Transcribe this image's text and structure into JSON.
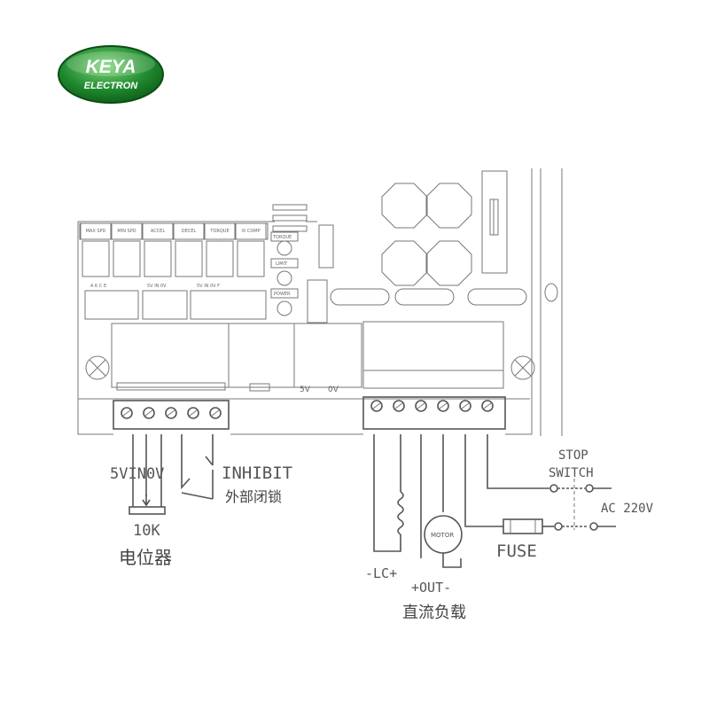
{
  "logo": {
    "brand": "KEYA",
    "sub": "ELECTRON",
    "color": "#1f8a2e"
  },
  "trimpots": [
    "MAX SPD",
    "MIN SPD",
    "ACCEL",
    "DECEL",
    "TORQUE",
    "IX COMP"
  ],
  "board_labels": {
    "torque": "TORQUE",
    "limit": "LIMIT",
    "power": "POWER",
    "jp_a": "A  K  C  E",
    "jp_b": "5V  IN  0V",
    "jp_c": "5V  IN  0V  F",
    "out_5v": "5V",
    "out_0v": "0V"
  },
  "left_terminal": {
    "pins": "5VIN0V",
    "potentiometer_value": "10K",
    "potentiometer_name": "电位器",
    "inhibit": "INHIBIT",
    "inhibit_cn": "外部闭锁"
  },
  "right_terminal": {
    "lc": "-LC+",
    "out": "+OUT-",
    "load_cn": "直流负载",
    "motor": "MOTOR"
  },
  "power_side": {
    "stop_switch_1": "STOP",
    "stop_switch_2": "SWITCH",
    "ac": "AC 220V",
    "fuse": "FUSE"
  }
}
